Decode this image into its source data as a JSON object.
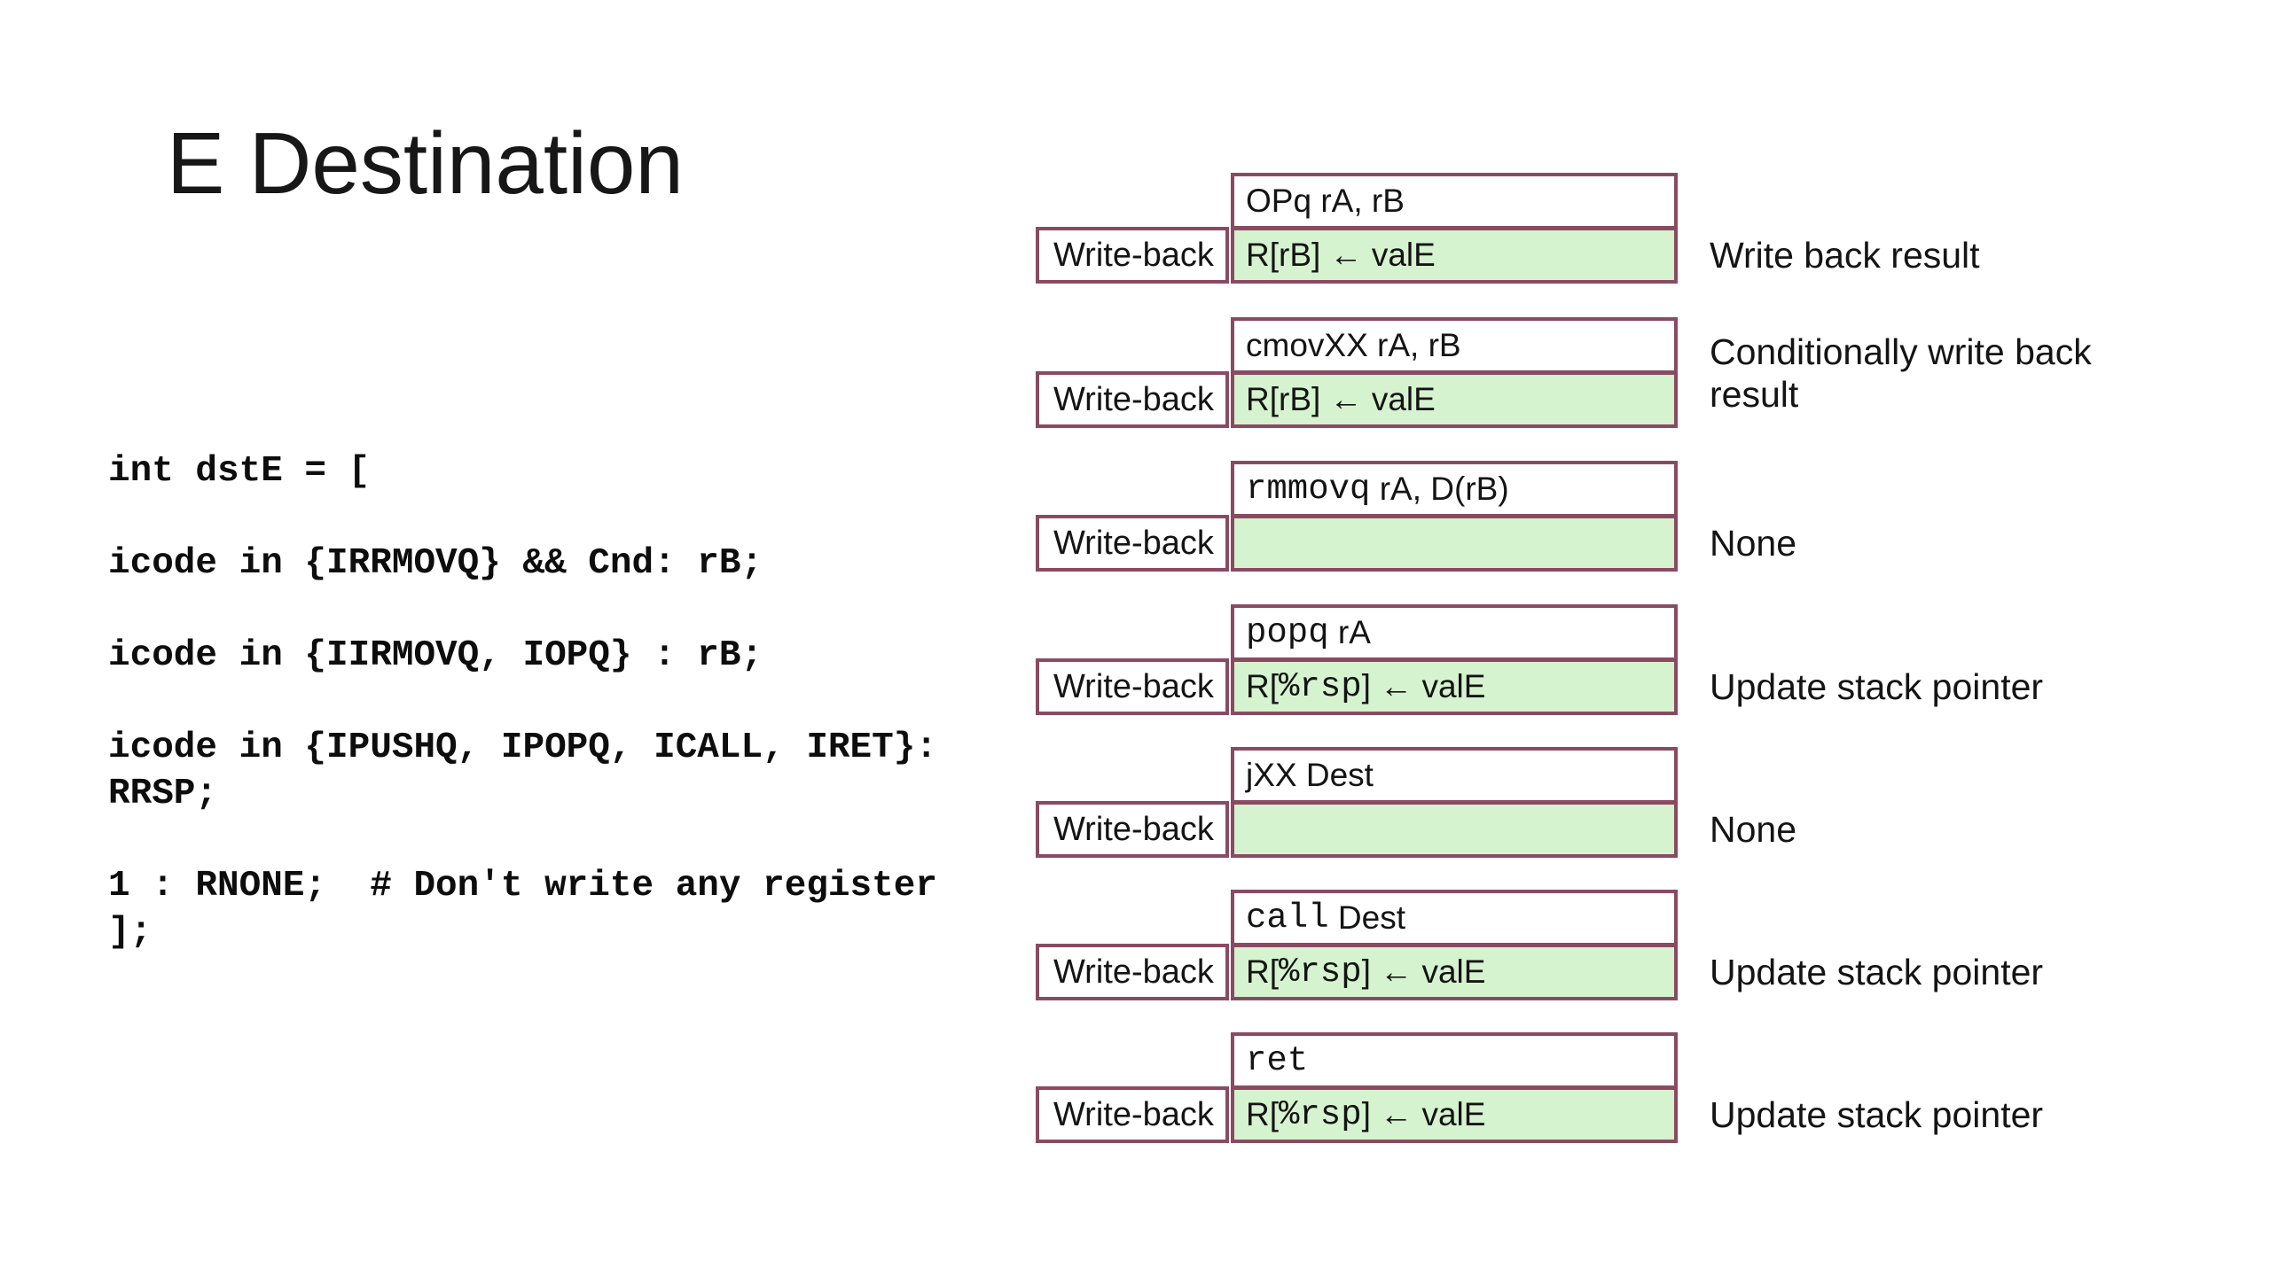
{
  "title": "E Destination",
  "code": {
    "lines": [
      "int dstE = [",
      "",
      "icode in {IRRMOVQ} && Cnd: rB;",
      "",
      "icode in {IIRMOVQ, IOPQ} : rB;",
      "",
      "icode in {IPUSHQ, IPOPQ, ICALL, IRET}:",
      "RRSP;",
      "",
      "1 : RNONE;  # Don't write any register",
      "];"
    ]
  },
  "colors": {
    "box_border": "#8a4a62",
    "action_fill": "#d6f3cf"
  },
  "groups": [
    {
      "stage": "Write-back",
      "instr_mono": "",
      "instr_sans": "OPq rA, rB",
      "action_pre": "R[",
      "action_reg_mono": "",
      "action_reg_sans": "rB",
      "action_post": "] ← valE",
      "note": "Write back result"
    },
    {
      "stage": "Write-back",
      "instr_mono": "",
      "instr_sans": "cmovXX rA, rB",
      "action_pre": "R[",
      "action_reg_mono": "",
      "action_reg_sans": "rB",
      "action_post": "] ← valE",
      "note": "Conditionally write back result"
    },
    {
      "stage": "Write-back",
      "instr_mono": "rmmovq",
      "instr_sans": " rA, D(rB)",
      "action_pre": "",
      "action_reg_mono": "",
      "action_reg_sans": "",
      "action_post": "",
      "note": "None"
    },
    {
      "stage": "Write-back",
      "instr_mono": "popq",
      "instr_sans": " rA",
      "action_pre": "R[",
      "action_reg_mono": "%rsp",
      "action_reg_sans": "",
      "action_post": "] ← valE",
      "note": "Update stack pointer"
    },
    {
      "stage": "Write-back",
      "instr_mono": "",
      "instr_sans": "jXX Dest",
      "action_pre": "",
      "action_reg_mono": "",
      "action_reg_sans": "",
      "action_post": "",
      "note": "None"
    },
    {
      "stage": "Write-back",
      "instr_mono": "call",
      "instr_sans": " Dest",
      "action_pre": "R[",
      "action_reg_mono": "%rsp",
      "action_reg_sans": "",
      "action_post": "] ← valE",
      "note": "Update stack pointer"
    },
    {
      "stage": "Write-back",
      "instr_mono": "ret",
      "instr_sans": "",
      "action_pre": "R[",
      "action_reg_mono": "%rsp",
      "action_reg_sans": "",
      "action_post": "] ← valE",
      "note": "Update stack pointer"
    }
  ]
}
